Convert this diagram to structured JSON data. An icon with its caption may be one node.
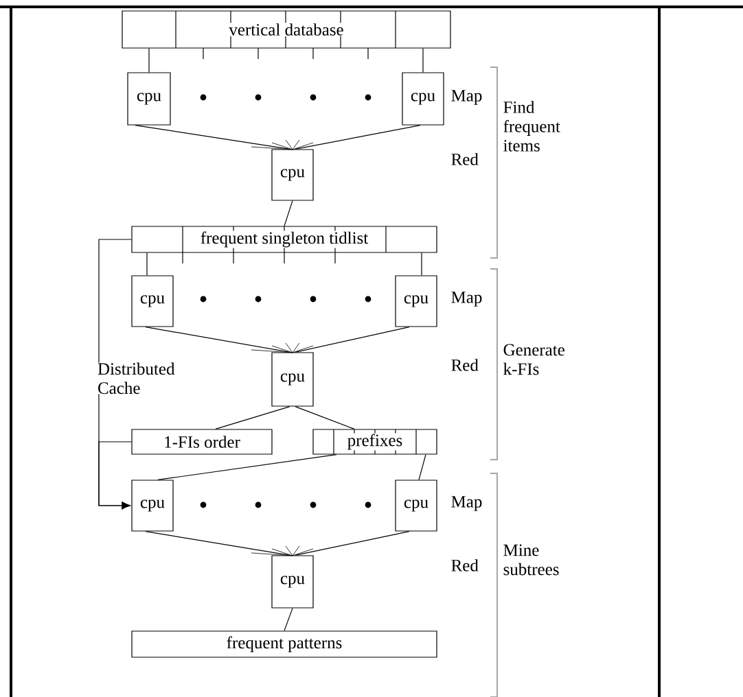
{
  "diagram": {
    "nodes": [
      {
        "text": [
          "vertical database"
        ]
      },
      {
        "text": [
          "cpu"
        ]
      },
      {
        "text": [
          "cpu"
        ]
      },
      {
        "text": [
          "cpu"
        ]
      },
      {
        "text": [
          "frequent singleton tidlist"
        ]
      },
      {
        "text": [
          "cpu"
        ]
      },
      {
        "text": [
          "cpu"
        ]
      },
      {
        "text": [
          "cpu"
        ]
      },
      {
        "text": [
          "1-FIs order"
        ]
      },
      {
        "text": [
          "prefixes"
        ]
      },
      {
        "text": [
          "cpu"
        ]
      },
      {
        "text": [
          "cpu"
        ]
      },
      {
        "text": [
          "cpu"
        ]
      },
      {
        "text": [
          "frequent patterns"
        ]
      }
    ],
    "edges": [
      {
        "from": 0,
        "to": 1,
        "arrow": "none"
      },
      {
        "from": 0,
        "to": 2,
        "arrow": "none"
      },
      {
        "from": 1,
        "to": 3,
        "arrow": "none"
      },
      {
        "from": 2,
        "to": 3,
        "arrow": "none"
      },
      {
        "from": 3,
        "to": 4,
        "arrow": "none"
      },
      {
        "from": 4,
        "to": 5,
        "arrow": "none"
      },
      {
        "from": 4,
        "to": 6,
        "arrow": "none"
      },
      {
        "from": 5,
        "to": 7,
        "arrow": "none"
      },
      {
        "from": 6,
        "to": 7,
        "arrow": "none"
      },
      {
        "from": 7,
        "to": 8,
        "arrow": "none"
      },
      {
        "from": 7,
        "to": 9,
        "arrow": "none"
      },
      {
        "from": 4,
        "to": 10,
        "arrow": "to",
        "label": "Distributed Cache"
      },
      {
        "from": 8,
        "to": 10,
        "arrow": "to"
      },
      {
        "from": 9,
        "to": 10,
        "arrow": "none"
      },
      {
        "from": 9,
        "to": 11,
        "arrow": "none"
      },
      {
        "from": 10,
        "to": 12,
        "arrow": "none"
      },
      {
        "from": 11,
        "to": 12,
        "arrow": "none"
      },
      {
        "from": 12,
        "to": 13,
        "arrow": "none"
      }
    ],
    "labels": [
      "Map",
      "Red",
      "Find frequent items",
      "Map",
      "Red",
      "Generate k-FIs",
      "Map",
      "Red",
      "Mine subtrees"
    ]
  }
}
